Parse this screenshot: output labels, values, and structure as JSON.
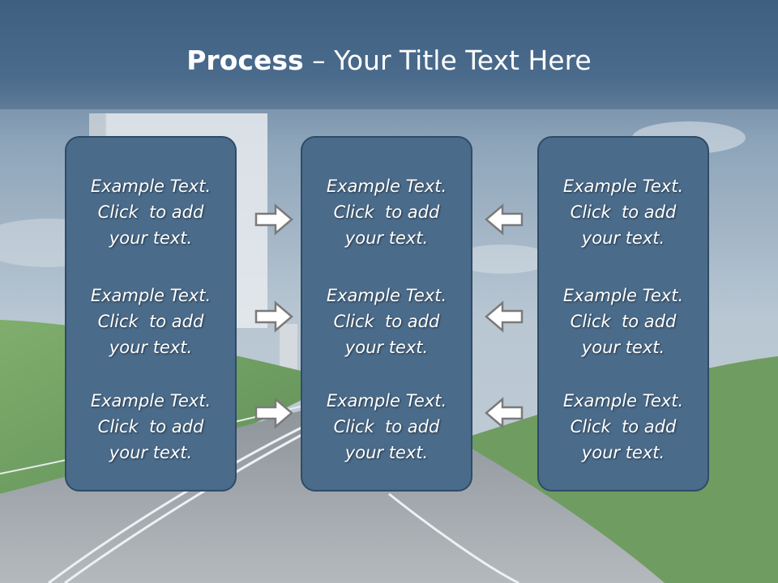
{
  "slide": {
    "title_bold": "Process",
    "title_rest": " – Your Title Text Here"
  },
  "columns": [
    {
      "blocks": [
        {
          "line1": "Example Text.",
          "line2": "Click  to add",
          "line3": "your text."
        },
        {
          "line1": "Example Text.",
          "line2": "Click  to add",
          "line3": "your text."
        },
        {
          "line1": "Example Text.",
          "line2": "Click  to add",
          "line3": "your text."
        }
      ]
    },
    {
      "blocks": [
        {
          "line1": "Example Text.",
          "line2": "Click  to add",
          "line3": "your text."
        },
        {
          "line1": "Example Text.",
          "line2": "Click  to add",
          "line3": "your text."
        },
        {
          "line1": "Example Text.",
          "line2": "Click  to add",
          "line3": "your text."
        }
      ]
    },
    {
      "blocks": [
        {
          "line1": "Example Text.",
          "line2": "Click  to add",
          "line3": "your text."
        },
        {
          "line1": "Example Text.",
          "line2": "Click  to add",
          "line3": "your text."
        },
        {
          "line1": "Example Text.",
          "line2": "Click  to add",
          "line3": "your text."
        }
      ]
    }
  ],
  "arrows": {
    "left_group": "right-arrow-icon",
    "right_group": "left-arrow-icon"
  },
  "colors": {
    "panel_fill": "#4a6b8a",
    "panel_border": "#2f4b66",
    "title_band": "#4a6b8c",
    "arrow_fill": "#ffffff",
    "arrow_stroke": "#7a7a7a"
  }
}
